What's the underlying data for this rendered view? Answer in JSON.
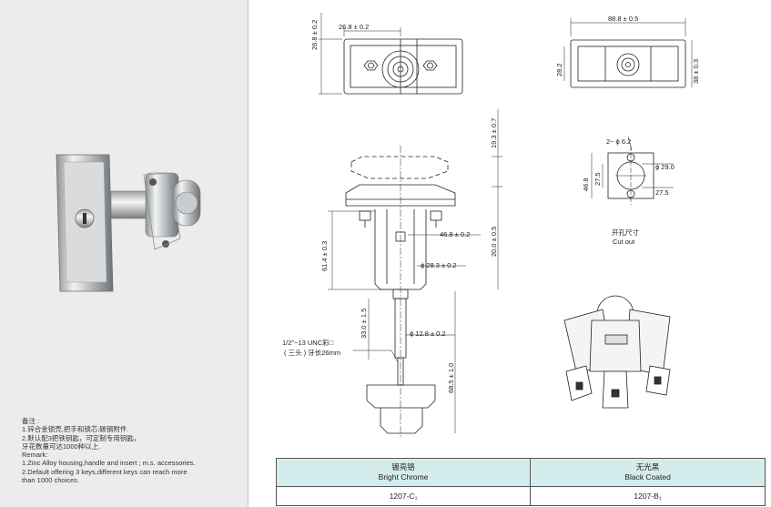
{
  "dimensions": {
    "top_width_small": "26.8 ± 0.2",
    "top_height_small": "26.8 ± 0.2",
    "width_88": "88.8 ± 0.5",
    "height_28": "28.2",
    "height_38": "38 ± 0.3",
    "height_19": "19.3 ± 0.7",
    "height_20": "20.0 ± 0.5",
    "height_61": "61.4 ± 0.3",
    "width_46": "46.8 ± 0.2",
    "dia_28": "ϕ 28.3 ± 0.2",
    "height_33": "33.0 ± 1.5",
    "dia_12": "ϕ 12.8 ± 0.2",
    "height_68": "68.5 ± 1.0",
    "thread_line1": "1/2\"−13 UNC彩□",
    "thread_line2": "( 三头 ) 牙长26mm"
  },
  "cutout": {
    "holes": "2− ϕ 6.2",
    "dia_29": "ϕ 29.0",
    "h_46": "46.8",
    "h_27_left": "27.5",
    "w_27": "27.5",
    "title_cn": "开孔尺寸",
    "title_en": "Cut out"
  },
  "notes": {
    "label_cn": "备注 :",
    "cn_1": "1.锌合金锁壳,把手和锁芯;碳钢附件.",
    "cn_2": "2.默认配3把铁钥匙，可定制专用钥匙，",
    "cn_3": "牙花数量可达1000种以上.",
    "label_en": "Remark:",
    "en_1": "1.Zinc Alloy housing,handle and insert ; m.s. accessories.",
    "en_2": "2.Default offering 3 keys,different keys can reach more",
    "en_3": "than 1000 choices."
  },
  "table": {
    "col1_cn": "镀亮铬",
    "col1_en": "Bright Chrome",
    "col2_cn": "无光黑",
    "col2_en": "Black Coated",
    "code1": "1207-C₁",
    "code2": "1207-B₁"
  }
}
